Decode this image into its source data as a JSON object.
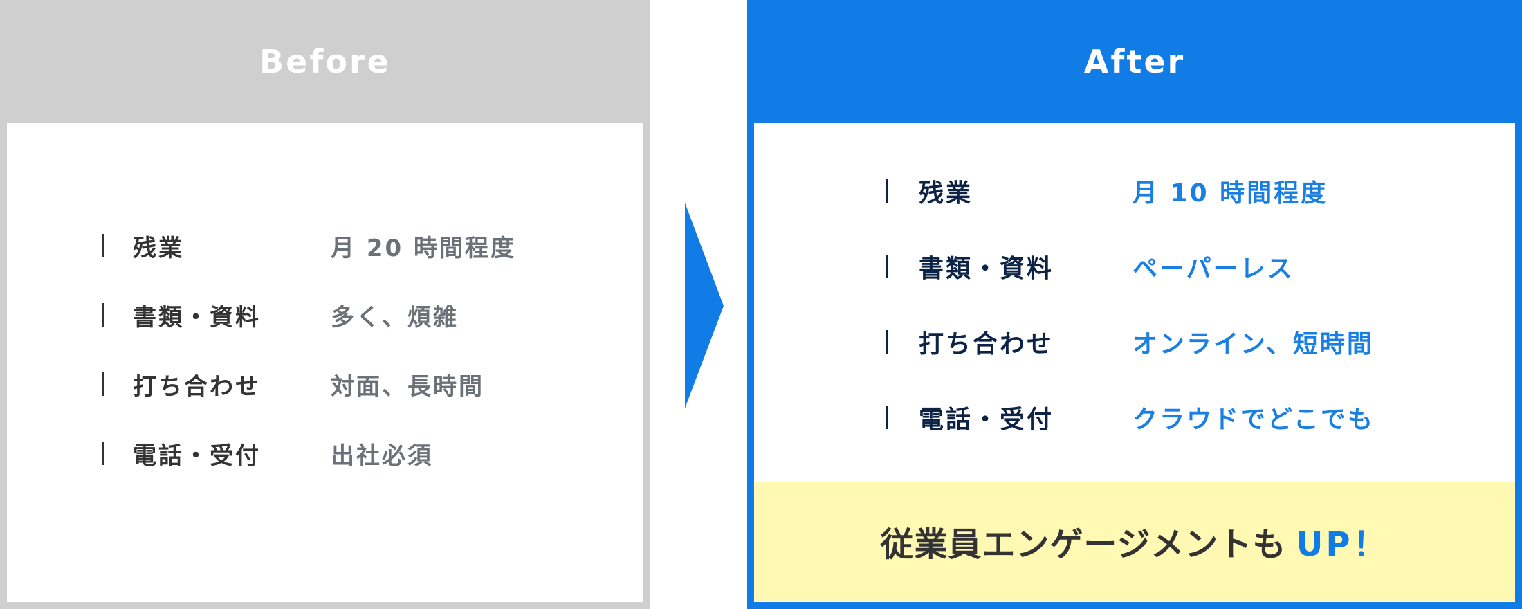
{
  "before": {
    "title": "Before",
    "header_color": "#cfcfcf",
    "rows": [
      {
        "label": "残業",
        "value": "月 20 時間程度"
      },
      {
        "label": "書類・資料",
        "value": "多く、煩雑"
      },
      {
        "label": "打ち合わせ",
        "value": "対面、長時間"
      },
      {
        "label": "電話・受付",
        "value": "出社必須"
      }
    ]
  },
  "arrow": {
    "icon": "arrow-right-icon",
    "color": "#117be6"
  },
  "after": {
    "title": "After",
    "header_color": "#117be6",
    "rows": [
      {
        "label": "残業",
        "value": "月 10 時間程度"
      },
      {
        "label": "書類・資料",
        "value": "ペーパーレス"
      },
      {
        "label": "打ち合わせ",
        "value": "オンライン、短時間"
      },
      {
        "label": "電話・受付",
        "value": "クラウドでどこでも"
      }
    ],
    "highlight": {
      "text": "従業員エンゲージメントも",
      "accent": "UP！",
      "background": "#fff9b3"
    }
  }
}
